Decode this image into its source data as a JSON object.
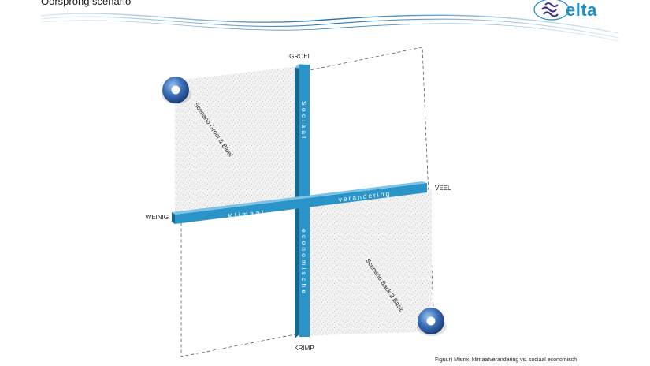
{
  "header": {
    "title": "Oorsprong scenario"
  },
  "logo": {
    "text": "elta",
    "accent_color": "#1b8fc9"
  },
  "axes": {
    "top_label": "GROEI",
    "bottom_label": "KRIMP",
    "left_label": "WEINIG",
    "right_label": "VEEL",
    "vertical_upper_text": "Sociaal",
    "vertical_lower_text": "economische",
    "horizontal_left_text": "Klimaat",
    "horizontal_right_text": "verandering"
  },
  "scenarios": {
    "top_left": "Scenario Groei & Bloei",
    "bottom_right": "Scenario Back 2 Basic"
  },
  "caption": "Figuur) Matrix, klimaatverandering vs. sociaal economisch",
  "colors": {
    "bar": "#2a93c7",
    "bar_dark": "#17678f",
    "bar_light": "#5fb6dd",
    "ring": "#2f5fa5"
  }
}
